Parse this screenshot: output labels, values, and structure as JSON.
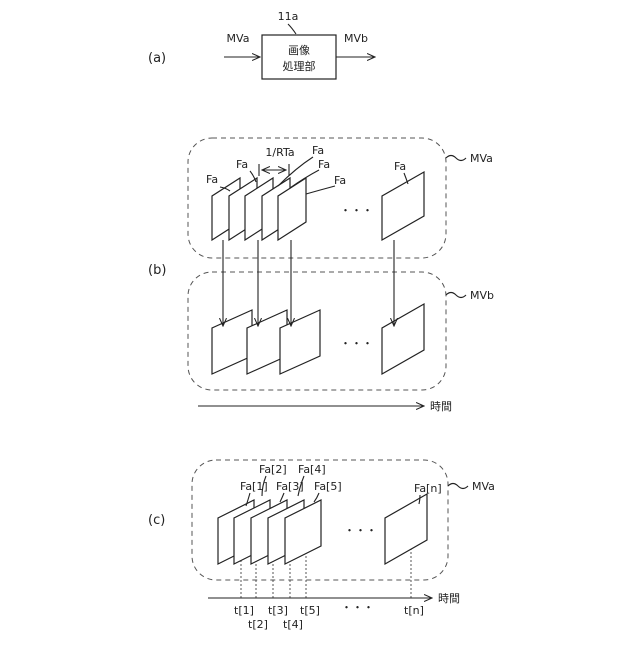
{
  "panel_a": {
    "label": "(a)",
    "block_ref": "11a",
    "block_line1": "画像",
    "block_line2": "処理部",
    "input": "MVa",
    "output": "MVb"
  },
  "panel_b": {
    "label": "(b)",
    "group_top": "MVa",
    "group_bottom": "MVb",
    "frame_label": "Fa",
    "interval": "1/RTa",
    "ellipsis": "・・・",
    "time_axis": "時間"
  },
  "panel_c": {
    "label": "(c)",
    "group": "MVa",
    "frames": [
      "Fa[1]",
      "Fa[2]",
      "Fa[3]",
      "Fa[4]",
      "Fa[5]",
      "Fa[n]"
    ],
    "times": [
      "t[1]",
      "t[2]",
      "t[3]",
      "t[4]",
      "t[5]",
      "t[n]"
    ],
    "ellipsis_frames": "・・・",
    "ellipsis_times": "・・・",
    "time_axis": "時間"
  }
}
